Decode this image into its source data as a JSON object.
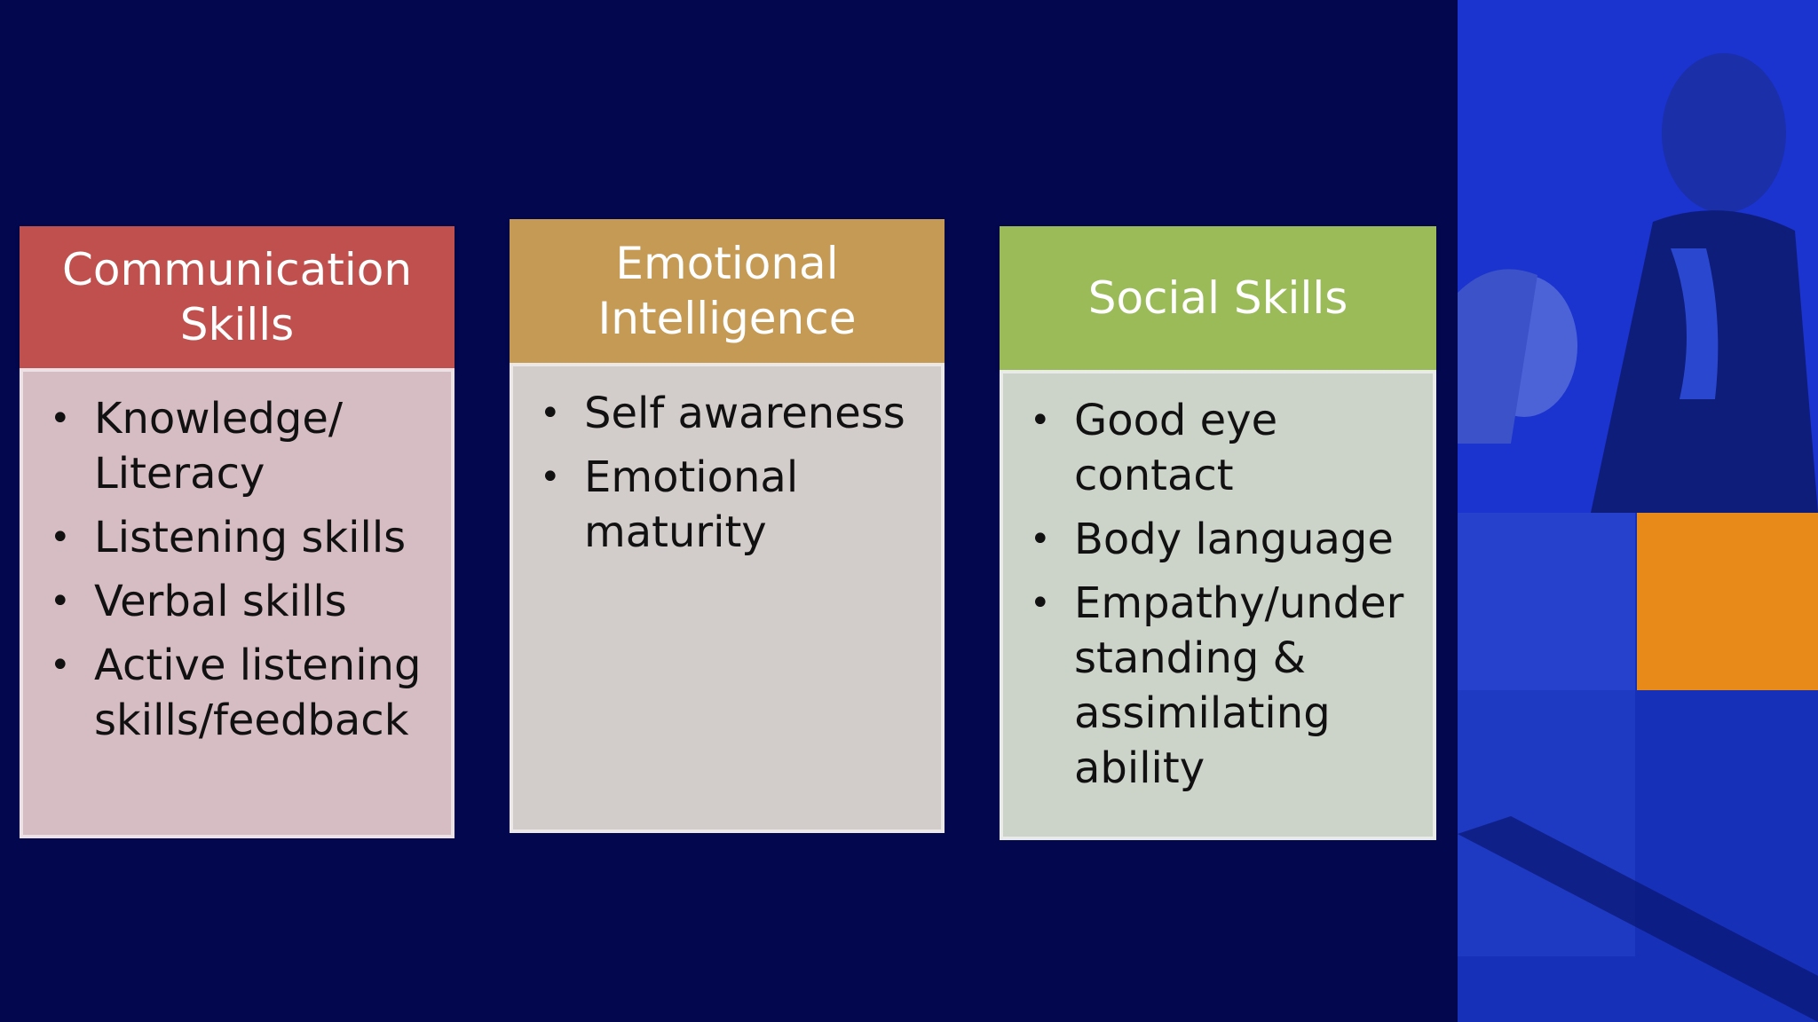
{
  "colors": {
    "background": "#03074e",
    "communication_header": "#c0504d",
    "communication_body": "#d6bcc3",
    "emotional_header": "#c49a54",
    "emotional_body": "#d2cccb",
    "social_header": "#9bbb59",
    "social_body": "#ccd3c9",
    "photo_tint": "#1f39d8",
    "orange_accent": "#e88a1a"
  },
  "cards": [
    {
      "title_line1": "Communication",
      "title_line2": "Skills",
      "items": [
        {
          "line1": "Knowledge/",
          "line2": "Literacy"
        },
        {
          "line1": "Listening skills"
        },
        {
          "line1": "Verbal skills"
        },
        {
          "line1": "Active listening",
          "line2": "skills/feedback"
        }
      ]
    },
    {
      "title_line1": "Emotional",
      "title_line2": "Intelligence",
      "items": [
        {
          "line1": "Self awareness"
        },
        {
          "line1": "Emotional",
          "line2": "maturity"
        }
      ]
    },
    {
      "title_line1": "Social Skills",
      "items": [
        {
          "line1": "Good eye",
          "line2": "contact"
        },
        {
          "line1": "Body language"
        },
        {
          "line1": "Empathy/under",
          "line2": "standing &",
          "line3": "assimilating",
          "line4": "ability"
        }
      ]
    }
  ],
  "bullet_glyph": "•",
  "photo_panel_icon": "people-photo-icon"
}
